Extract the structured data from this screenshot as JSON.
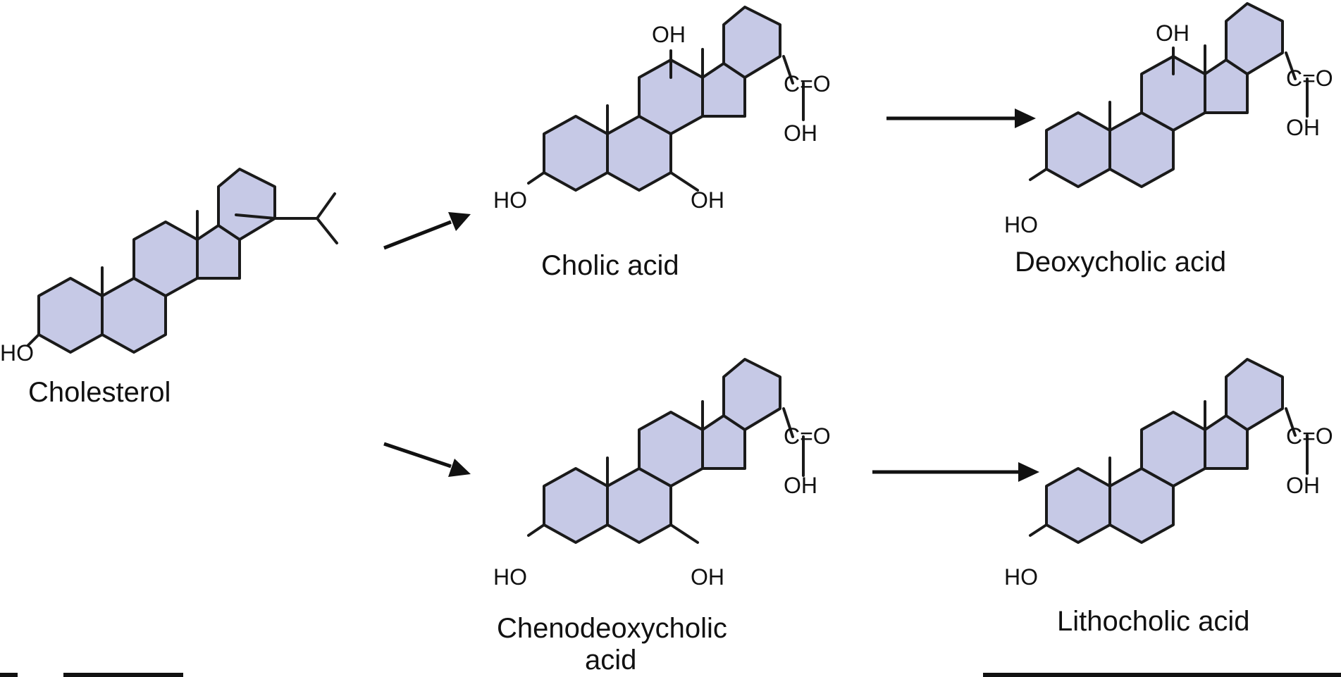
{
  "compounds": {
    "cholesterol": {
      "name": "Cholesterol",
      "ho": "HO"
    },
    "cholic": {
      "name": "Cholic acid",
      "ho": "HO",
      "oh_top": "OH",
      "oh_7": "OH",
      "carboxyl_co": "C=O",
      "carboxyl_oh": "OH"
    },
    "deoxycholic": {
      "name": "Deoxycholic acid",
      "ho": "HO",
      "oh_top": "OH",
      "carboxyl_co": "C=O",
      "carboxyl_oh": "OH"
    },
    "cheno": {
      "name_line1": "Chenodeoxycholic",
      "name_line2": "acid",
      "ho": "HO",
      "oh_7": "OH",
      "carboxyl_co": "C=O",
      "carboxyl_oh": "OH"
    },
    "litho": {
      "name": "Lithocholic acid",
      "ho": "HO",
      "carboxyl_co": "C=O",
      "carboxyl_oh": "OH"
    }
  },
  "colors": {
    "ring_fill": "#c6c9e6",
    "line": "#1a1a1a"
  }
}
